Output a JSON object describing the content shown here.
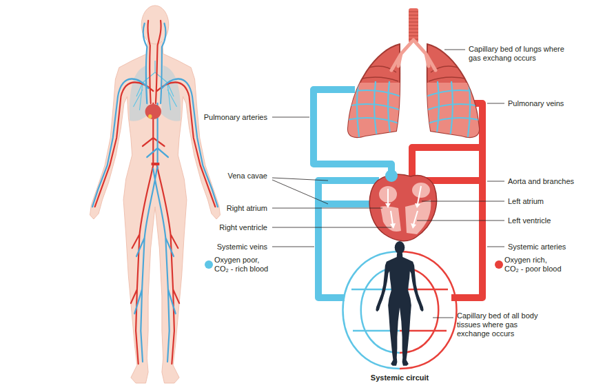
{
  "diagram": {
    "labels": [
      "Capillary bed of lungs where gas exchang occurs",
      "Pulmonary arteries",
      "Pulmonary veins",
      "Vena cavae",
      "Aorta and branches",
      "Right atrium",
      "Left atrium",
      "Right ventricle",
      "Left ventricle",
      "Systemic veins",
      "Systemic arteries",
      "Capillary bed of all body tissues where gas exchange occurs",
      "Systemic circuit"
    ],
    "legend": [
      {
        "text": "Oxygen poor, CO₂ - rich blood",
        "color": "#5ec5e6"
      },
      {
        "text": "Oxygen rich, CO₂ - poor blood",
        "color": "#e8403a"
      }
    ]
  }
}
